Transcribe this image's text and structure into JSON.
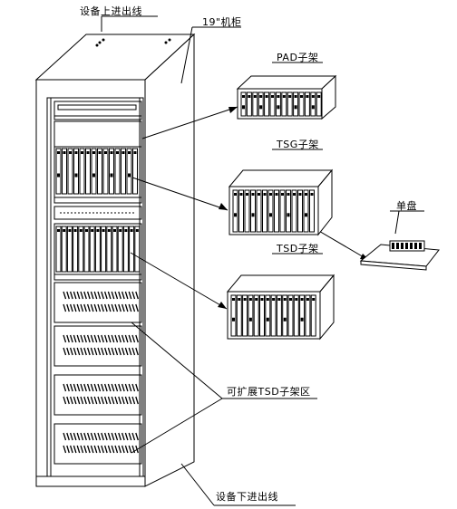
{
  "labels": {
    "top_cable": "设备上进出线",
    "cabinet": "19\"机柜",
    "pad": "PAD子架",
    "tsg": "TSG子架",
    "tsd": "TSD子架",
    "board": "单盘",
    "expand": "可扩展TSD子架区",
    "bottom_cable": "设备下进出线"
  }
}
